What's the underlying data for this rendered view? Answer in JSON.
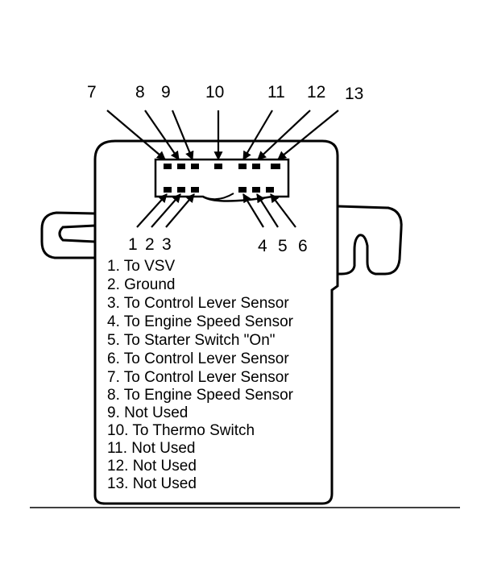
{
  "connector": {
    "top_pins": [
      "7",
      "8",
      "9",
      "10",
      "11",
      "12",
      "13"
    ],
    "bottom_pins": [
      "1",
      "2",
      "3",
      "4",
      "5",
      "6"
    ]
  },
  "legend": [
    "1. To VSV",
    "2. Ground",
    "3. To Control Lever Sensor",
    "4. To Engine Speed Sensor",
    "5. To Starter Switch \"On\"",
    "6. To Control Lever Sensor",
    "7. To Control Lever Sensor",
    "8. To Engine Speed Sensor",
    "9. Not Used",
    "10. To Thermo Switch",
    "11. Not Used",
    "12. Not Used",
    "13. Not Used"
  ],
  "colors": {
    "ink": "#000000",
    "background": "#ffffff"
  }
}
